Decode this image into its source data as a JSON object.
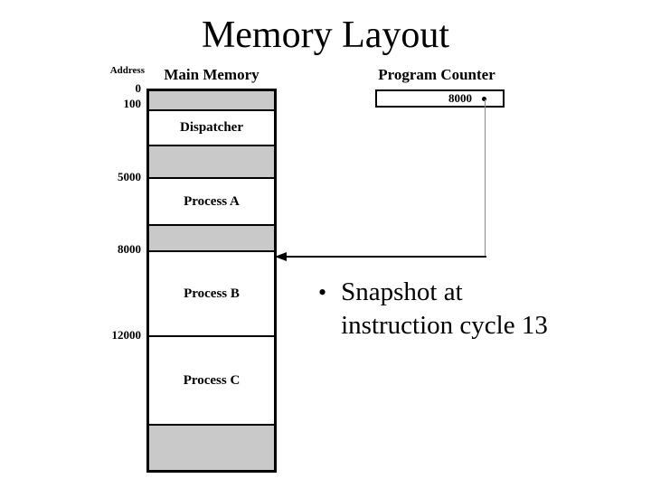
{
  "slide": {
    "title": "Memory Layout"
  },
  "diagram": {
    "address_header": "Address",
    "main_memory_label": "Main Memory",
    "addresses": [
      "0",
      "100",
      "5000",
      "8000",
      "12000"
    ],
    "blocks": {
      "dispatcher": "Dispatcher",
      "process_a": "Process A",
      "process_b": "Process B",
      "process_c": "Process C"
    },
    "program_counter": {
      "label": "Program Counter",
      "value": "8000"
    },
    "colors": {
      "reserved_block_gray": "#c9c9c9",
      "border_black": "#000000",
      "pointer_line_gray": "#8a8a8a"
    }
  },
  "bullet": {
    "marker": "•",
    "line1": "Snapshot at",
    "line2": "instruction cycle 13"
  }
}
